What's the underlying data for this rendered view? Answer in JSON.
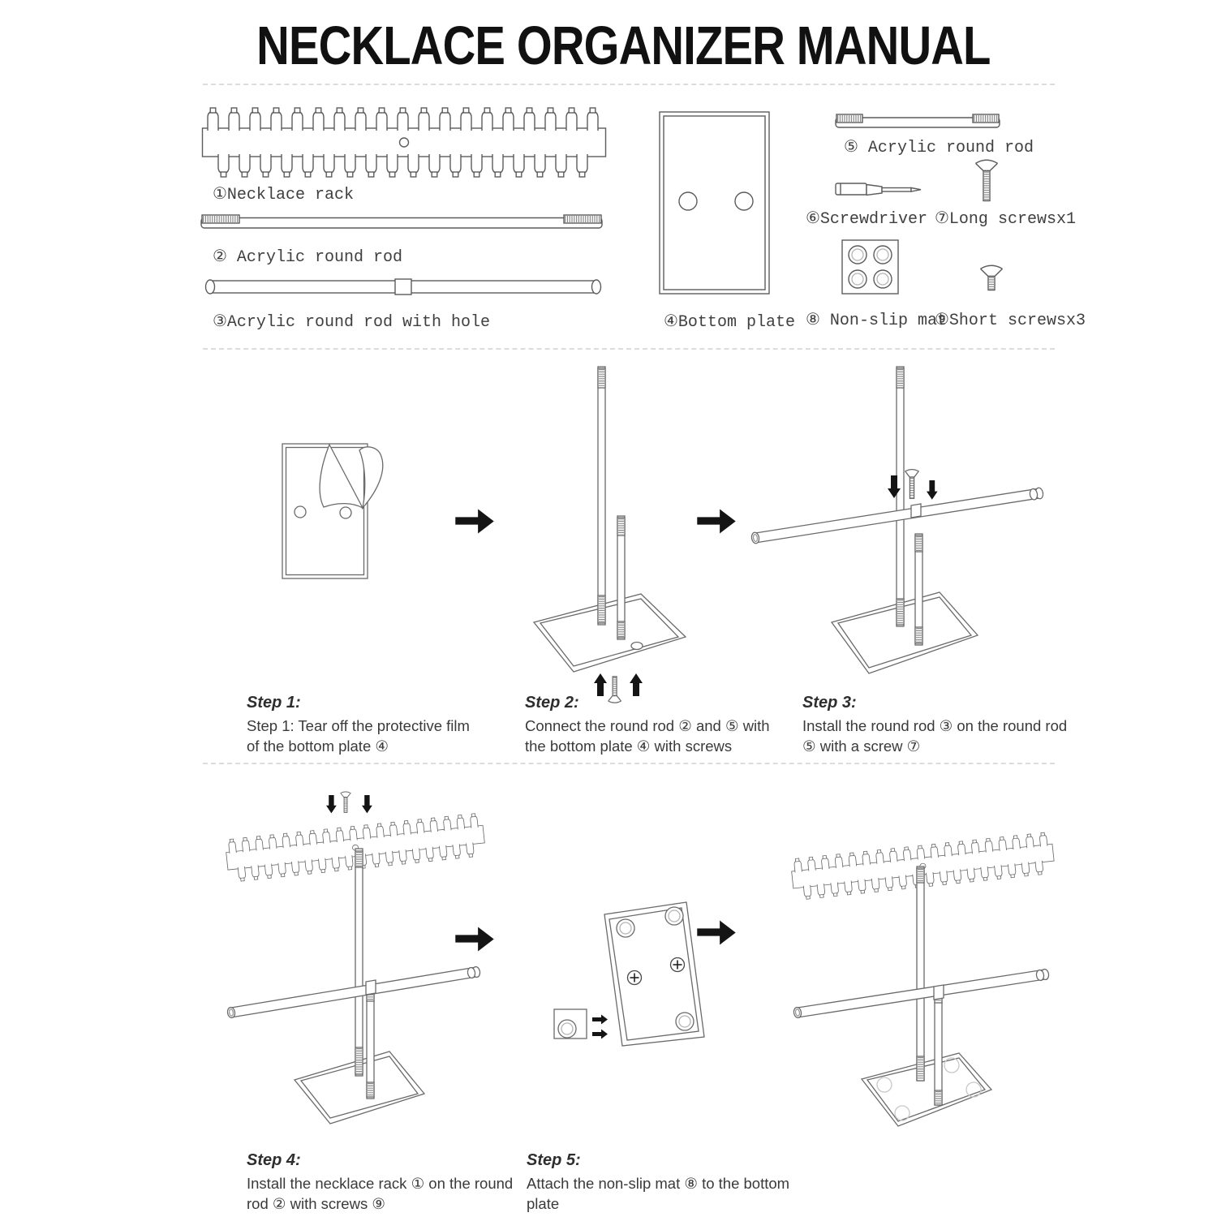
{
  "title": "NECKLACE ORGANIZER MANUAL",
  "parts": [
    {
      "label": "①Necklace rack"
    },
    {
      "label": "② Acrylic round rod"
    },
    {
      "label": "③Acrylic round rod with hole"
    },
    {
      "label": "④Bottom plate"
    },
    {
      "label": "⑤ Acrylic round rod"
    },
    {
      "label": "⑥Screwdriver"
    },
    {
      "label": "⑦Long screwsx1"
    },
    {
      "label": "⑧ Non-slip mat"
    },
    {
      "label": "⑨Short screwsx3"
    }
  ],
  "steps": [
    {
      "label": "Step 1:",
      "lines": [
        "Step 1: Tear off the protective film",
        "of the bottom plate ④"
      ]
    },
    {
      "label": "Step 2:",
      "lines": [
        "Connect the round rod ② and ⑤ with",
        "the bottom plate ④ with screws"
      ]
    },
    {
      "label": "Step 3:",
      "lines": [
        "Install the round rod ③ on the round rod",
        "⑤ with a screw ⑦"
      ]
    },
    {
      "label": "Step 4:",
      "lines": [
        "Install the necklace rack ① on the round",
        "rod ② with screws ⑨"
      ]
    },
    {
      "label": "Step 5:",
      "lines": [
        "Attach the non-slip mat ⑧ to the bottom",
        "plate"
      ]
    }
  ],
  "colors": {
    "line": "#5c5c5c",
    "arrow": "#141414",
    "dashed": "#dcdcdc",
    "text": "#3a3a3a"
  }
}
